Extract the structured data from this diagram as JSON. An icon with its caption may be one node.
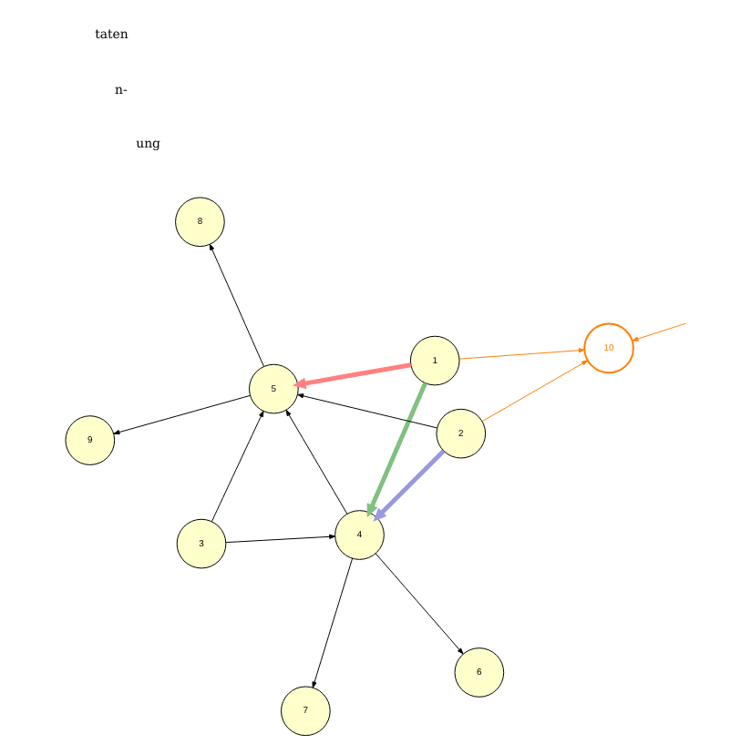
{
  "diagram": {
    "nodes": [
      {
        "text": [
          "7"
        ]
      },
      {
        "text": [
          "6"
        ]
      },
      {
        "text": [
          "4"
        ]
      },
      {
        "text": [
          "8"
        ]
      },
      {
        "text": [
          "5"
        ]
      },
      {
        "text": [
          "1"
        ]
      },
      {
        "text": [
          "9"
        ]
      },
      {
        "text": [
          "2"
        ]
      },
      {
        "text": [
          "3"
        ]
      },
      {
        "text": [
          "10"
        ]
      }
    ],
    "edges": [
      {
        "from": 2,
        "to": 0,
        "arrow": "to"
      },
      {
        "from": 2,
        "to": 1,
        "arrow": "to"
      },
      {
        "from": 2,
        "to": 4,
        "arrow": "to"
      },
      {
        "from": 4,
        "to": 3,
        "arrow": "to"
      },
      {
        "from": 4,
        "to": 6,
        "arrow": "to"
      },
      {
        "from": 5,
        "to": 2,
        "arrow": "to",
        "style": "thick",
        "color": "#80c080"
      },
      {
        "from": 5,
        "to": 4,
        "arrow": "to",
        "style": "thick",
        "color": "#ff8080"
      },
      {
        "from": 7,
        "to": 2,
        "arrow": "to",
        "style": "thick",
        "color": "#9999e0"
      },
      {
        "from": 7,
        "to": 4,
        "arrow": "to"
      },
      {
        "from": 8,
        "to": 4,
        "arrow": "to"
      },
      {
        "from": 8,
        "to": 2,
        "arrow": "to"
      },
      {
        "from": 7,
        "to": 9,
        "arrow": "to",
        "color": "#ff8000"
      },
      {
        "from": 5,
        "to": 9,
        "arrow": "to",
        "color": "#ff8000"
      },
      {
        "from": null,
        "to": 9,
        "arrow": "to",
        "color": "#ff8000"
      }
    ],
    "labels": [
      "ung",
      "n-",
      "taten"
    ]
  }
}
